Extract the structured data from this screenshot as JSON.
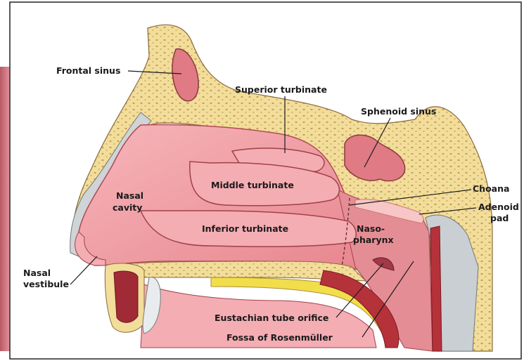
{
  "labels": {
    "frontal_sinus": "Frontal sinus",
    "superior_turbinate": "Superior turbinate",
    "sphenoid_sinus": "Sphenoid sinus",
    "nasal_cavity_line1": "Nasal",
    "nasal_cavity_line2": "cavity",
    "middle_turbinate": "Middle turbinate",
    "choana": "Choana",
    "adenoid_pad_line1": "Adenoid",
    "adenoid_pad_line2": "pad",
    "inferior_turbinate": "Inferior turbinate",
    "nasopharynx_line1": "Naso-",
    "nasopharynx_line2": "pharynx",
    "nasal_vestibule_line1": "Nasal",
    "nasal_vestibule_line2": "vestibule",
    "eustachian_tube_orifice": "Eustachian tube orifice",
    "fossa_of_rosenmuller": "Fossa of Rosenmüller"
  },
  "colors": {
    "bone": "#f2dd9b",
    "bone_dots": "#b38b3a",
    "mucosa": "#f0a0a6",
    "mucosa_dark": "#c84f5c",
    "skin": "#d9727e",
    "cartilage": "#cfd4d6",
    "muscle": "#b5323a",
    "outline": "#5a3a2a"
  }
}
